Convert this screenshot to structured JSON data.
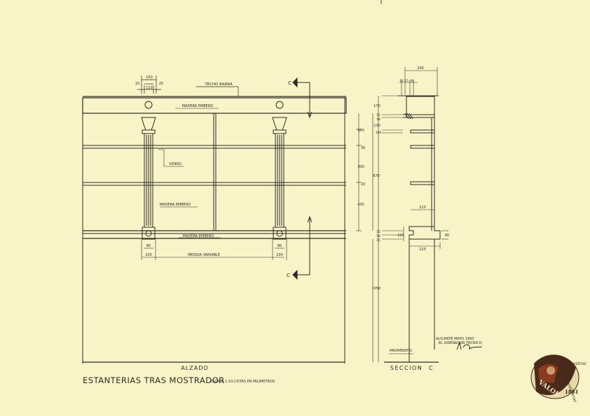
{
  "labels": {
    "techo_barra": "TECHO BARRA",
    "madera_top": "MADERA EMBERO",
    "vidrio": "VIDRIO",
    "madera_mid": "MADERA EMBERO",
    "madera_bottom": "MADERA EMBERO",
    "medida_variable": "MEDIDA VARIABLE",
    "cut_top": "C",
    "cut_bottom": "C",
    "seccion_cut": "C",
    "pavimento": "PAVIMENTO",
    "alzado": "ALZADO",
    "seccion": "SECCION",
    "title": "ESTANTERIAS TRAS MOSTRADOR",
    "scale": "ESCALA 1:10-COTAS EN MILIMETROS",
    "date": "ALICANTE   MAYO   1993",
    "designer": "EL DISEÑADOR   TECNICO",
    "logo_line1": "Maestros",
    "logo_line2": "Chocolateros",
    "logo_brand": "VALOR",
    "logo_year": "1881"
  },
  "dimensions": {
    "post_top_150": "150",
    "post_left_15": "15",
    "post_mid_110": "110",
    "post_right_25": "25",
    "d300a": "300",
    "d30": "30",
    "d300b": "300",
    "d870": "870",
    "d20": "20",
    "d435": "435",
    "d80a": "80",
    "d80b": "80",
    "d100a": "100",
    "d100b": "100",
    "d1050": "1050",
    "s290": "290",
    "s15a": "15",
    "s15b": "15",
    "s30": "30",
    "s170": "170",
    "s15c": "15",
    "s30b": "30",
    "s130": "130",
    "s100": "100",
    "s210": "210",
    "s15d": "15",
    "s50": "50",
    "s15e": "15",
    "s120": "120",
    "s80": "80",
    "s220": "220"
  }
}
